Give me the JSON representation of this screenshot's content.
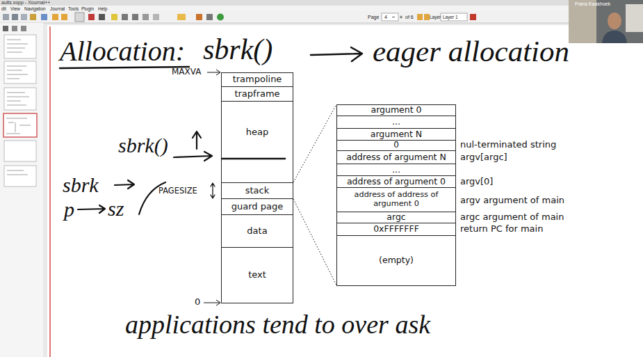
{
  "diagram": {
    "nodes": [
      {
        "text": [
          "trampoline"
        ]
      },
      {
        "text": [
          "trapframe"
        ]
      },
      {
        "text": [
          "heap"
        ]
      },
      {
        "text": [
          "stack"
        ]
      },
      {
        "text": [
          "guard page"
        ]
      },
      {
        "text": [
          "data"
        ]
      },
      {
        "text": [
          "text"
        ]
      },
      {
        "text": [
          "argument 0"
        ]
      },
      {
        "text": [
          "..."
        ]
      },
      {
        "text": [
          "argument N"
        ]
      },
      {
        "text": [
          "0"
        ]
      },
      {
        "text": [
          "address of argument N"
        ]
      },
      {
        "text": [
          "..."
        ]
      },
      {
        "text": [
          "address of argument 0"
        ]
      },
      {
        "text": [
          "address of address of argument 0"
        ]
      },
      {
        "text": [
          "argc"
        ]
      },
      {
        "text": [
          "0xFFFFFFF"
        ]
      },
      {
        "text": [
          "(empty)"
        ]
      }
    ],
    "labels": [
      "aults.xopp - Xournal++",
      "dit",
      "View",
      "Navigation",
      "Journal",
      "Tools",
      "Plugin",
      "Help",
      "Page",
      "4",
      "of 6",
      "Layer",
      "Layer 1",
      "Frans Kaashoek",
      "Allocation:",
      "sbrk()",
      "eager allocation",
      "sbrk()",
      "sbrk",
      "p",
      "sz",
      "PAGESIZE",
      "MAXVA",
      "0",
      "nul-terminated string",
      "argv[argc]",
      "argv[0]",
      "argv argument of main",
      "argc argument of main",
      "return PC for main",
      "applications tend to over ask"
    ]
  }
}
